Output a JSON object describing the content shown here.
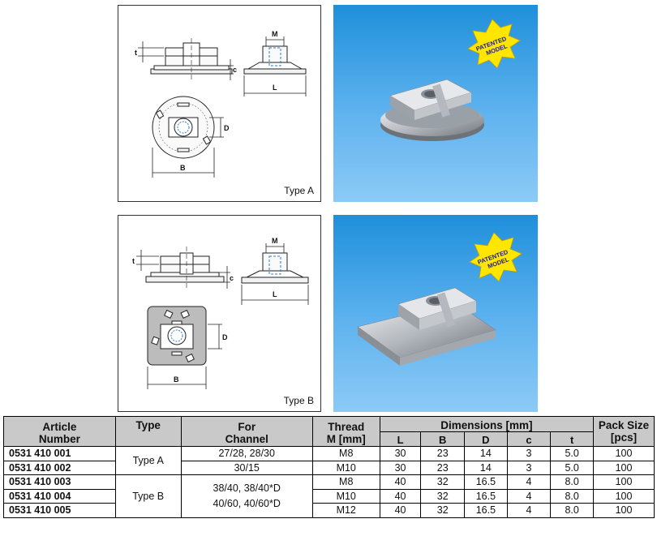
{
  "panels": {
    "type_a": {
      "label": "Type A",
      "dims": {
        "m": "M",
        "t": "t",
        "c": "c",
        "l": "L",
        "d": "D",
        "b": "B"
      },
      "badge": {
        "line1": "PATENTED",
        "line2": "MODEL"
      }
    },
    "type_b": {
      "label": "Type B",
      "dims": {
        "m": "M",
        "t": "t",
        "c": "c",
        "l": "L",
        "d": "D",
        "b": "B"
      },
      "badge": {
        "line1": "PATENTED",
        "line2": "MODEL"
      }
    }
  },
  "table": {
    "headers": {
      "article_1": "Article",
      "article_2": "Number",
      "type": "Type",
      "for_1": "For",
      "for_2": "Channel",
      "thread_1": "Thread",
      "thread_2": "M [mm]",
      "dimensions": "Dimensions [mm]",
      "pack_1": "Pack Size",
      "pack_2": "[pcs]",
      "sub": {
        "l": "L",
        "b": "B",
        "d": "D",
        "c": "c",
        "t": "t"
      }
    },
    "groups": {
      "type_a": {
        "type": "Type A",
        "channel_1": "27/28, 28/30",
        "channel_2": "30/15"
      },
      "type_b": {
        "type": "Type B",
        "channel_1": "38/40, 38/40*D",
        "channel_2": "40/60, 40/60*D"
      }
    },
    "rows": [
      {
        "article": "0531 410 001",
        "thread": "M8",
        "l": "30",
        "b": "23",
        "d": "14",
        "c": "3",
        "t": "5.0",
        "pack": "100"
      },
      {
        "article": "0531 410 002",
        "thread": "M10",
        "l": "30",
        "b": "23",
        "d": "14",
        "c": "3",
        "t": "5.0",
        "pack": "100"
      },
      {
        "article": "0531 410 003",
        "thread": "M8",
        "l": "40",
        "b": "32",
        "d": "16.5",
        "c": "4",
        "t": "8.0",
        "pack": "100"
      },
      {
        "article": "0531 410 004",
        "thread": "M10",
        "l": "40",
        "b": "32",
        "d": "16.5",
        "c": "4",
        "t": "8.0",
        "pack": "100"
      },
      {
        "article": "0531 410 005",
        "thread": "M12",
        "l": "40",
        "b": "32",
        "d": "16.5",
        "c": "4",
        "t": "8.0",
        "pack": "100"
      }
    ]
  },
  "colors": {
    "header_bg": "#c9c9c9",
    "photo_blue": "#4aa7ea",
    "badge_yellow": "#ffe600",
    "badge_text": "#1a1aa0"
  }
}
